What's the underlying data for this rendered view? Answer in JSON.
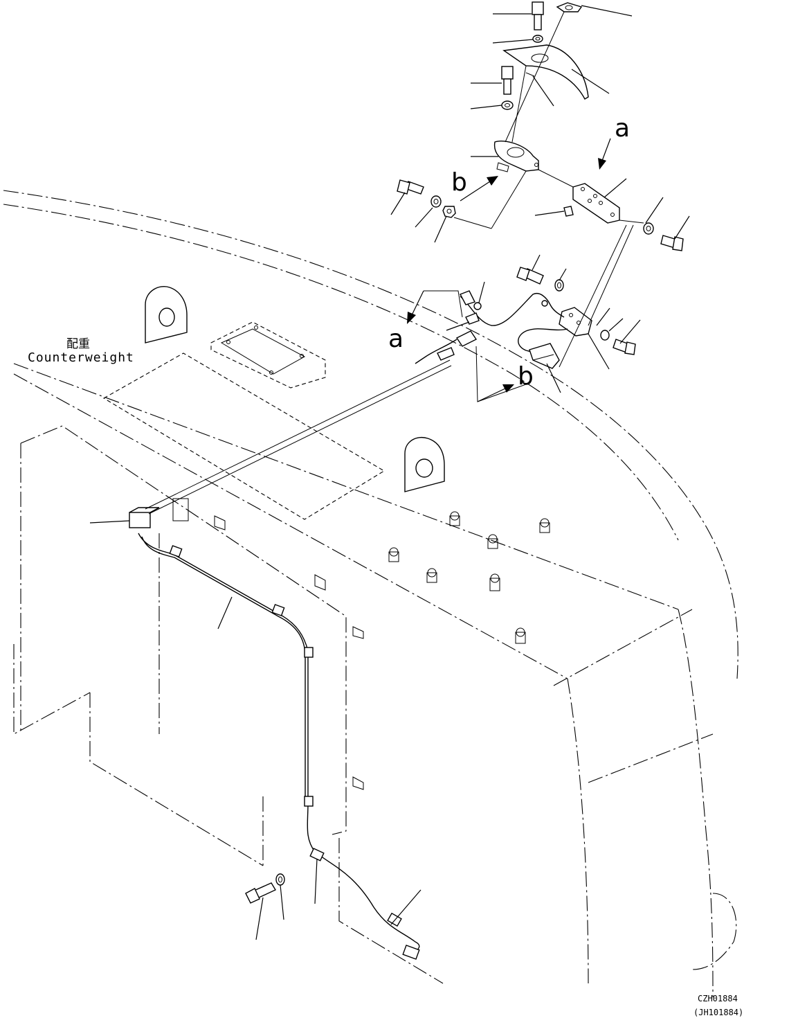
{
  "callouts": {
    "a": "a",
    "b": "b"
  },
  "counterweight": {
    "label_jp": "配重",
    "label_en": "Counterweight"
  },
  "drawing_codes": {
    "code": "CZH01884",
    "code_alt": "(JH101884)"
  }
}
